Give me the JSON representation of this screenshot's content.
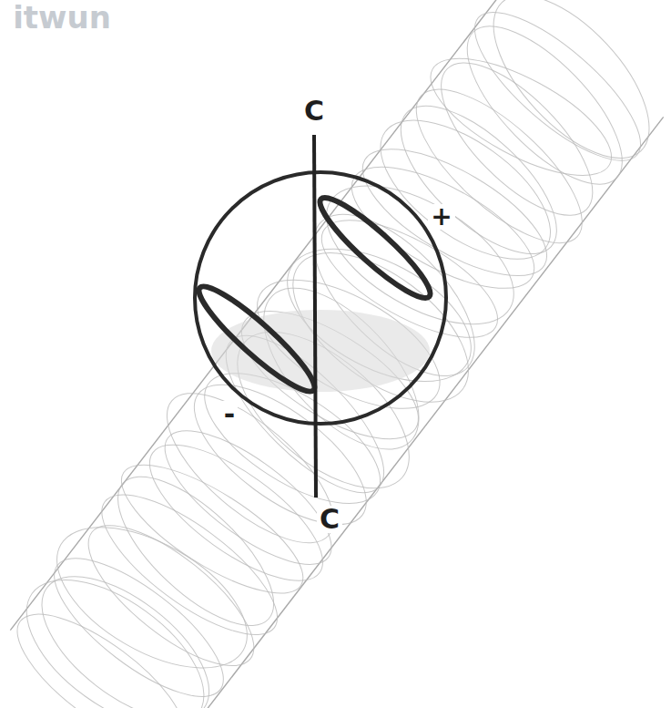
{
  "diagram": {
    "labels": [
      "itwun",
      "C",
      "C",
      "+",
      "-"
    ]
  }
}
